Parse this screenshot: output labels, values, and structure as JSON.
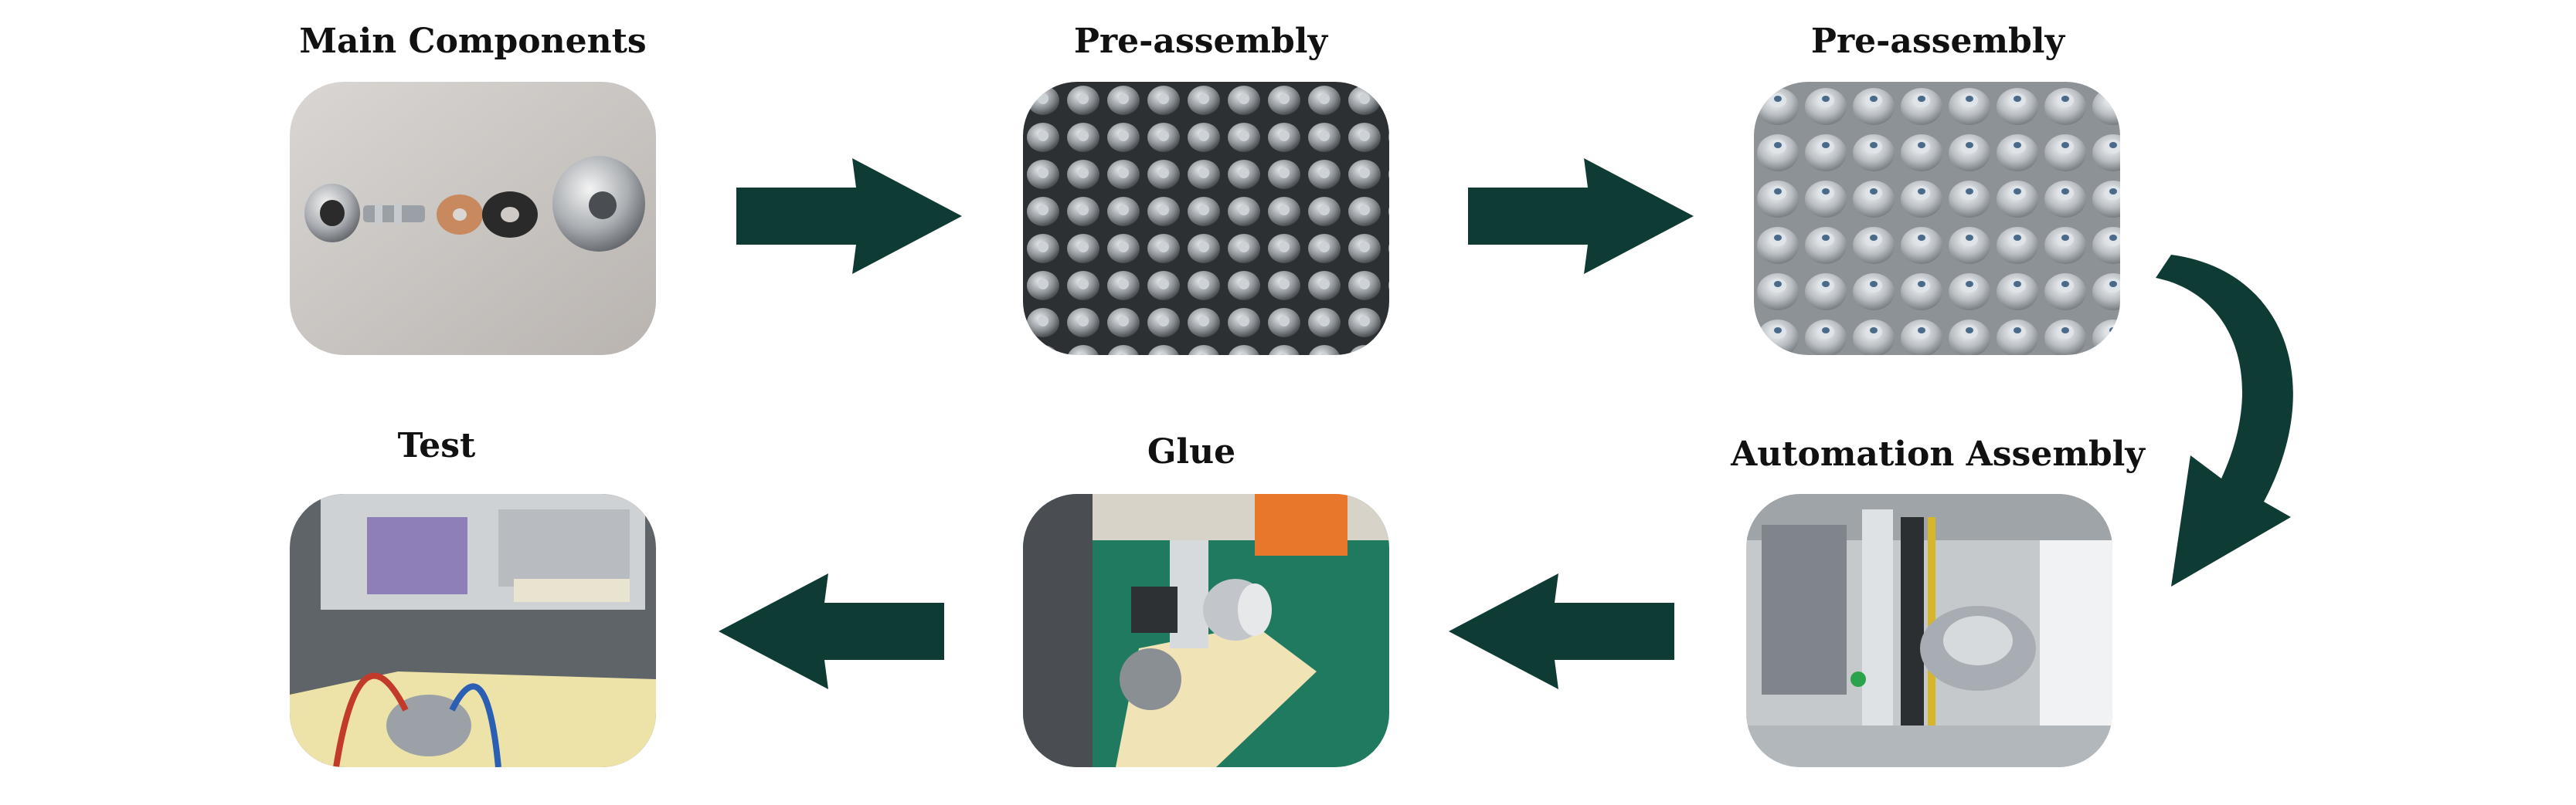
{
  "steps": {
    "main_components": {
      "title": "Main Components"
    },
    "pre_assembly_1": {
      "title": "Pre-assembly"
    },
    "pre_assembly_2": {
      "title": "Pre-assembly"
    },
    "automation_assembly": {
      "title": "Automation Assembly"
    },
    "glue": {
      "title": "Glue"
    },
    "test": {
      "title": "Test"
    }
  },
  "colors": {
    "arrow": "#0e3b33"
  }
}
